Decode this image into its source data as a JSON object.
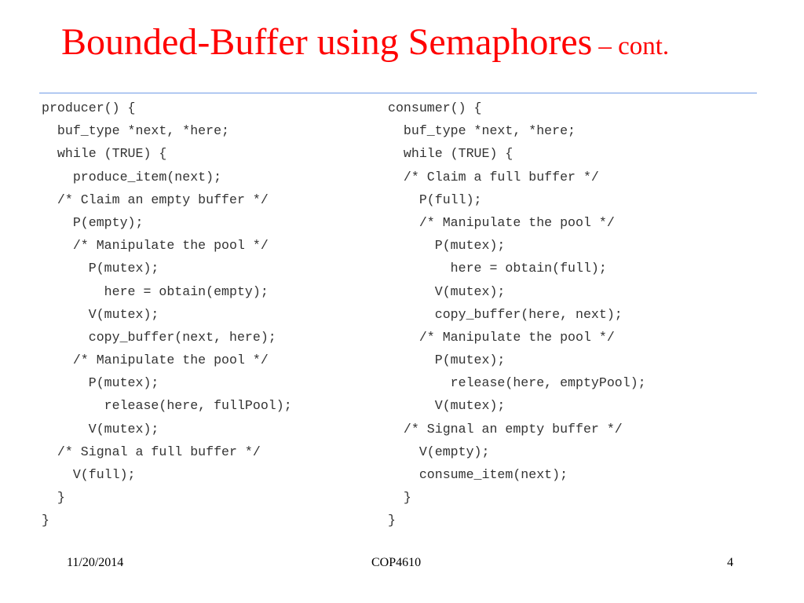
{
  "slide": {
    "title_main": "Bounded-Buffer using Semaphores",
    "title_sub": "– cont."
  },
  "producer": {
    "lines": [
      "producer() {",
      "  buf_type *next, *here;",
      "  while (TRUE) {",
      "    produce_item(next);",
      "  /* Claim an empty buffer */",
      "    P(empty);",
      "    /* Manipulate the pool */",
      "      P(mutex);",
      "        here = obtain(empty);",
      "      V(mutex);",
      "      copy_buffer(next, here);",
      "    /* Manipulate the pool */",
      "      P(mutex);",
      "        release(here, fullPool);",
      "      V(mutex);",
      "  /* Signal a full buffer */",
      "    V(full);",
      "  }",
      "}"
    ]
  },
  "consumer": {
    "lines": [
      "consumer() {",
      "  buf_type *next, *here;",
      "  while (TRUE) {",
      "  /* Claim a full buffer */",
      "    P(full);",
      "    /* Manipulate the pool */",
      "      P(mutex);",
      "        here = obtain(full);",
      "      V(mutex);",
      "      copy_buffer(here, next);",
      "    /* Manipulate the pool */",
      "      P(mutex);",
      "        release(here, emptyPool);",
      "      V(mutex);",
      "  /* Signal an empty buffer */",
      "    V(empty);",
      "    consume_item(next);",
      "  }",
      "}"
    ]
  },
  "footer": {
    "date": "11/20/2014",
    "course": "COP4610",
    "page": "4"
  }
}
